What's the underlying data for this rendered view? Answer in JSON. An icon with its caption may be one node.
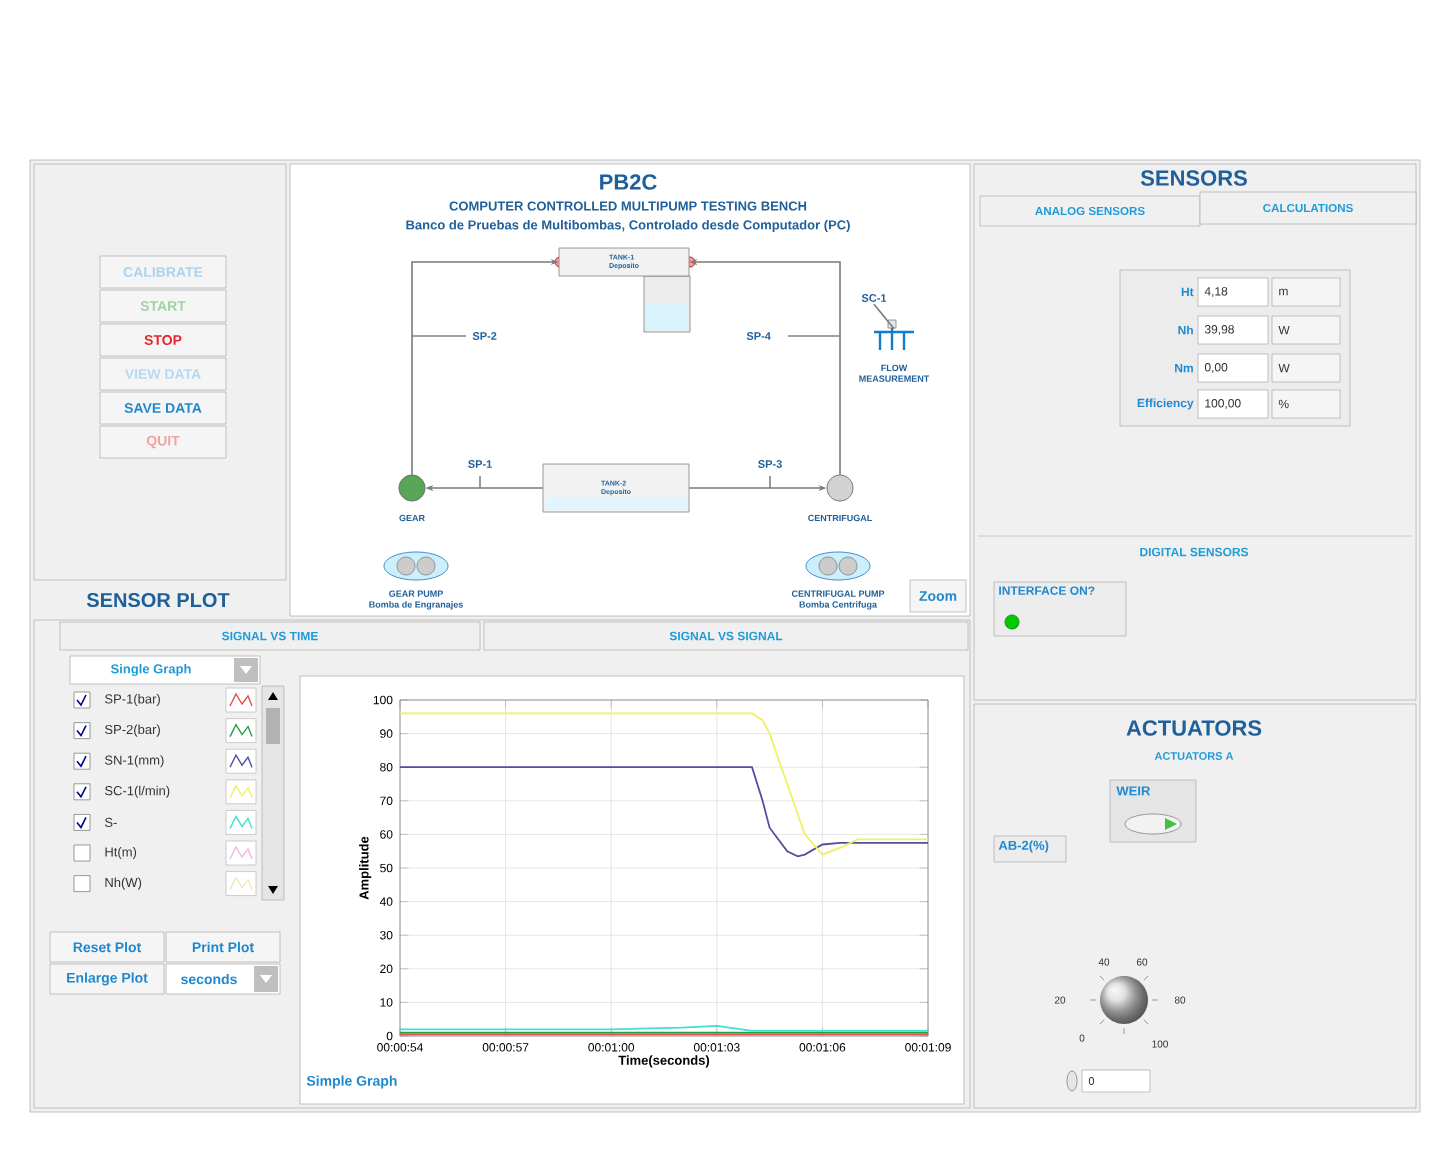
{
  "diagram": {
    "nodes": [
      {
        "text": [
          "TANK-1",
          "Deposito"
        ]
      },
      {
        "text": [
          "TANK-2",
          "Deposito"
        ]
      },
      {
        "text": [
          "GEAR"
        ]
      },
      {
        "text": [
          "CENTRIFUGAL"
        ]
      },
      {
        "text": [
          "FLOW MEASUREMENT"
        ]
      },
      {
        "text": [
          "GEAR PUMP",
          "Bomba de Engranajes"
        ]
      },
      {
        "text": [
          "CENTRIFUGAL PUMP",
          "Bomba Centrifuga"
        ]
      },
      {
        "text": [
          "SC-1"
        ]
      }
    ],
    "edges": [
      {
        "from": 1,
        "to": 2,
        "arrow": "to"
      },
      {
        "from": 2,
        "to": 0,
        "arrow": "to"
      },
      {
        "from": 1,
        "to": 3,
        "arrow": "to"
      },
      {
        "from": 3,
        "to": 0,
        "arrow": "to"
      },
      {
        "from": 7,
        "to": 4,
        "arrow": "none"
      }
    ],
    "labels": [
      "PB2C",
      "COMPUTER CONTROLLED MULTIPUMP TESTING BENCH",
      "Banco de Pruebas de Multibombas, Controlado desde Computador (PC)",
      "CALIBRATE",
      "START",
      "STOP",
      "VIEW DATA",
      "SAVE DATA",
      "QUIT",
      "SENSOR PLOT",
      "SP-2",
      "SP-4",
      "SP-1",
      "SP-3",
      "Zoom",
      "SENSORS",
      "ANALOG SENSORS",
      "CALCULATIONS",
      "Ht",
      "4,18",
      "m",
      "Nh",
      "39,98",
      "W",
      "Nm",
      "0,00",
      "W",
      "Efficiency",
      "100,00",
      "%",
      "DIGITAL SENSORS",
      "INTERFACE ON?",
      "SIGNAL VS TIME",
      "SIGNAL VS SIGNAL",
      "Single Graph",
      "Reset Plot",
      "Print Plot",
      "Enlarge Plot",
      "seconds",
      "Simple Graph",
      "ACTUATORS",
      "ACTUATORS A",
      "WEIR",
      "AB-2(%)",
      "40",
      "60",
      "20",
      "80",
      "0",
      "100",
      "0"
    ],
    "legend": [
      {
        "text": "SP-1(bar)"
      },
      {
        "text": "SP-2(bar)"
      },
      {
        "text": "SN-1(mm)"
      },
      {
        "text": "SC-1(l/min)"
      },
      {
        "text": "S-"
      },
      {
        "text": "Ht(m)"
      },
      {
        "text": "Nh(W)"
      }
    ],
    "chart_data": {
      "type": "line",
      "xlabel": "Time(seconds)",
      "ylabel": "Amplitude",
      "x": [
        54,
        57,
        60,
        62,
        63,
        64,
        64.3,
        64.5,
        65,
        65.3,
        65.5,
        66,
        66.5,
        67,
        69
      ],
      "series": [
        {
          "color": "#e05050",
          "values": [
            0.5,
            0.5,
            0.5,
            0.5,
            0.5,
            0.5,
            0.5,
            0.5,
            0.5,
            0.5,
            0.5,
            0.5,
            0.5,
            0.5,
            0.5
          ]
        },
        {
          "color": "#20a040",
          "values": [
            1,
            1,
            1,
            1,
            1,
            1,
            1,
            1,
            1,
            1,
            1,
            1,
            1,
            1,
            1
          ]
        },
        {
          "color": "#5050a0",
          "values": [
            80,
            80,
            80,
            80,
            80,
            80,
            70,
            62,
            55,
            53.5,
            54,
            57,
            57.5,
            57.5,
            57.5
          ]
        },
        {
          "color": "#f0f060",
          "values": [
            96,
            96,
            96,
            96,
            96,
            96,
            94,
            90,
            75,
            66,
            60,
            54,
            56,
            58.5,
            58.5
          ]
        },
        {
          "color": "#40e0d0",
          "values": [
            2,
            2,
            2,
            2.5,
            3,
            1.5,
            1.5,
            1.5,
            1.5,
            1.5,
            1.5,
            1.5,
            1.5,
            1.5,
            1.5
          ]
        }
      ],
      "xlim": [
        54,
        69
      ],
      "ylim": [
        0,
        100
      ],
      "grid": true,
      "xticks": [
        {
          "value": 54,
          "label": "00:00:54"
        },
        {
          "value": 57,
          "label": "00:00:57"
        },
        {
          "value": 60,
          "label": "00:01:00"
        },
        {
          "value": 63,
          "label": "00:01:03"
        },
        {
          "value": 66,
          "label": "00:01:06"
        },
        {
          "value": 69,
          "label": "00:01:09"
        }
      ],
      "yticks": [
        0,
        10,
        20,
        30,
        40,
        50,
        60,
        70,
        80,
        90,
        100
      ]
    }
  }
}
